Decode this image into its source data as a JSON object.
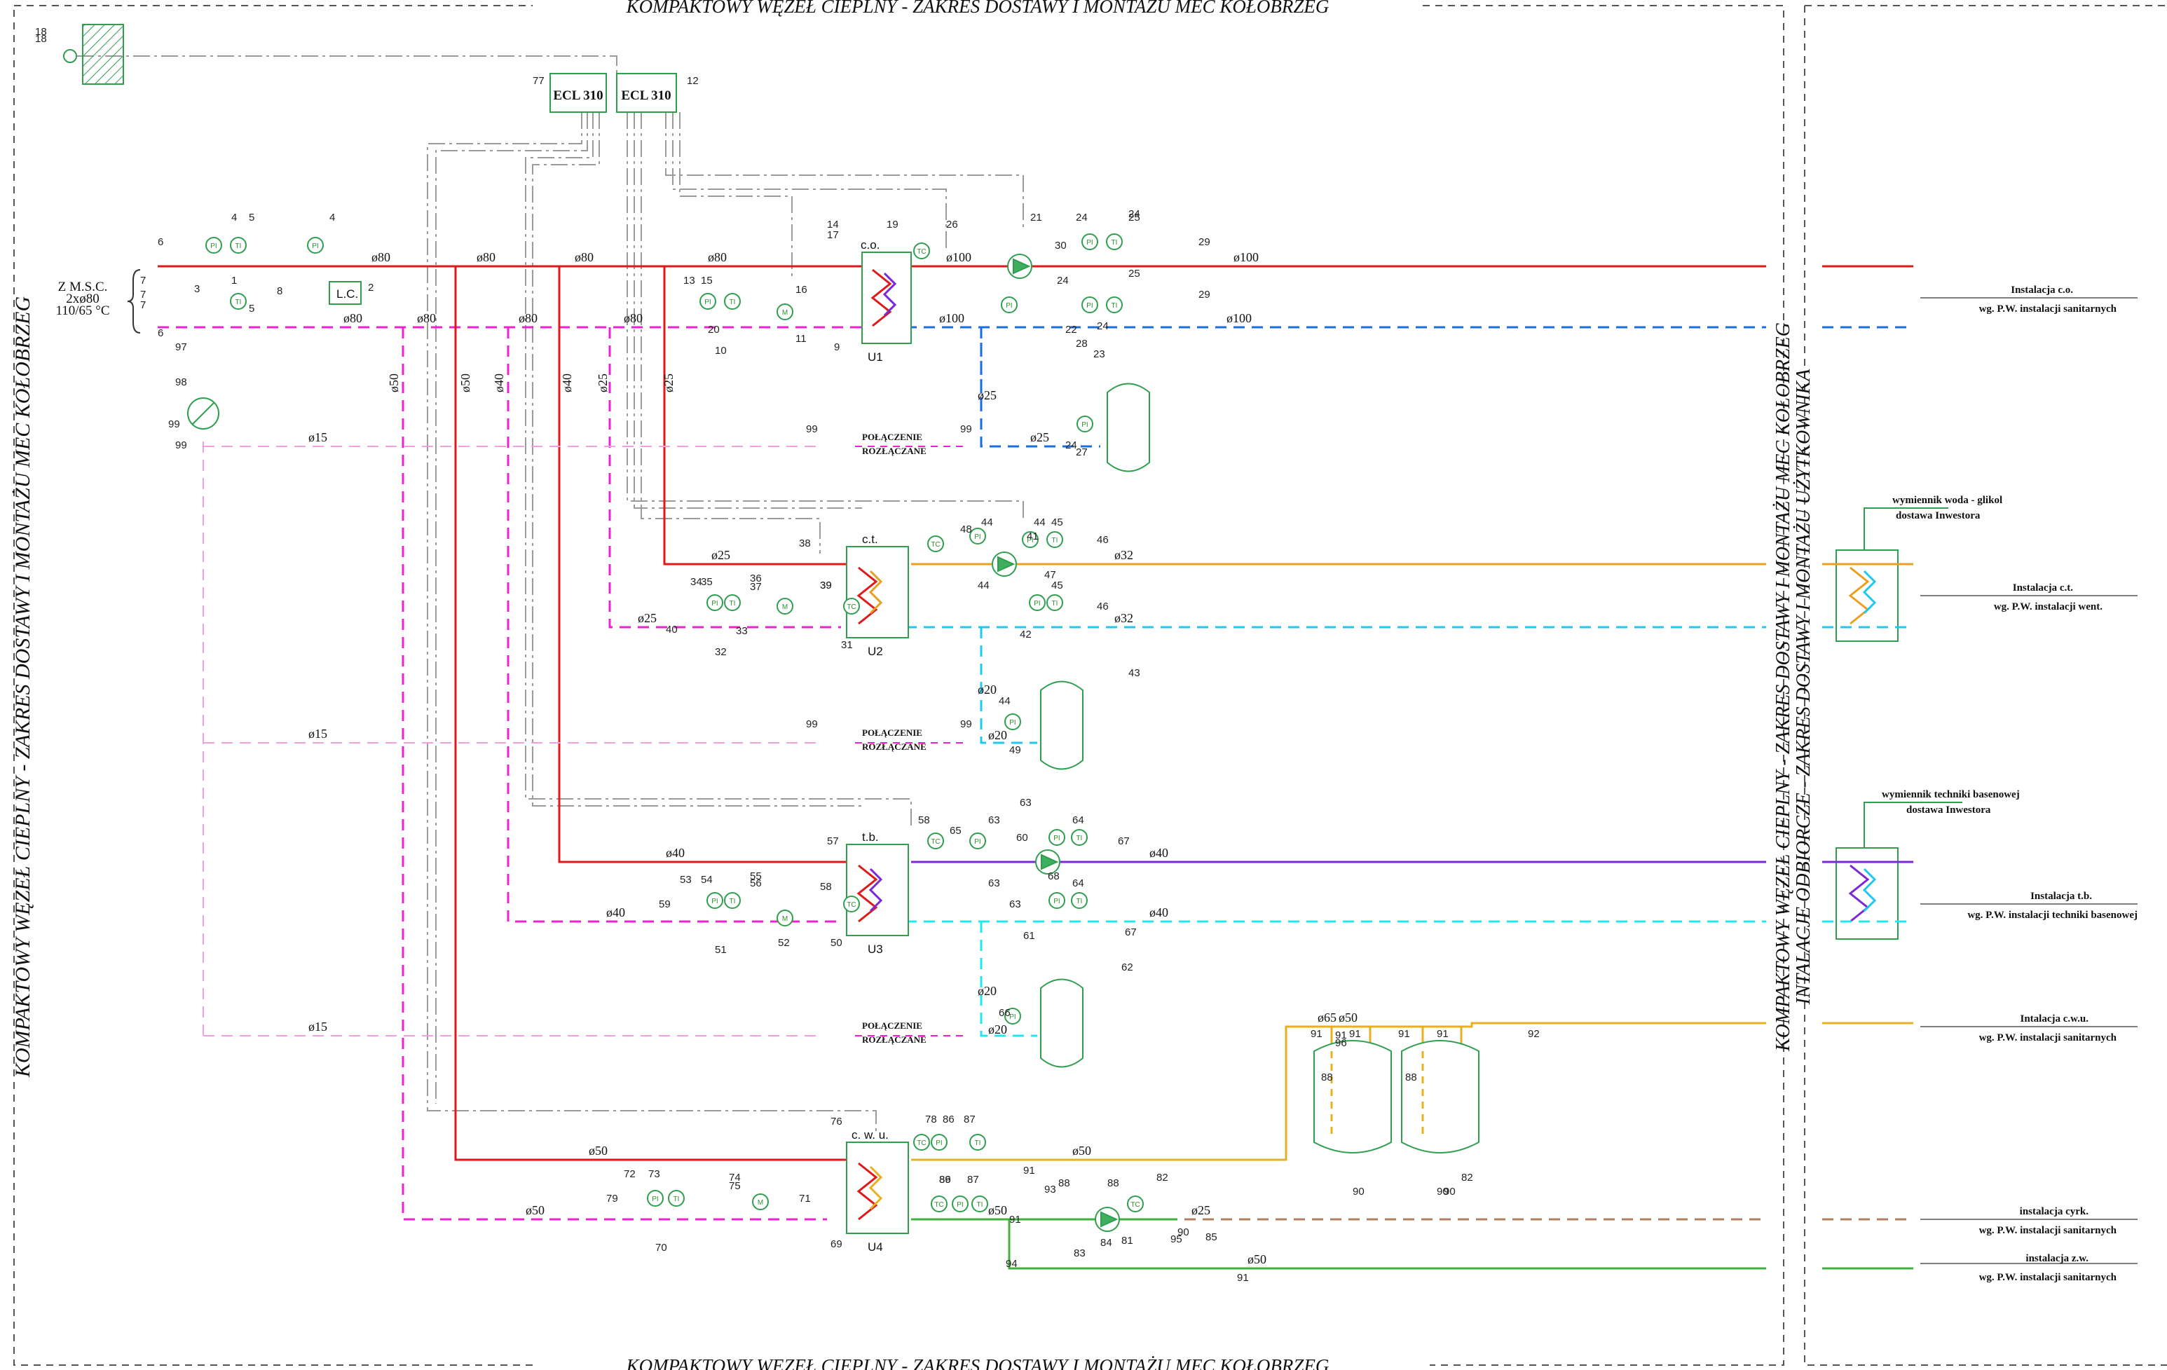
{
  "frame": {
    "title_top": "KOMPAKTOWY WĘZEŁ CIEPLNY - ZAKRES DOSTAWY I MONTAŻU MEC KOŁOBRZEG",
    "title_bottom": "KOMPAKTOWY WĘZEŁ CIEPLNY - ZAKRES DOSTAWY I MONTAŻU MEC KOŁOBRZEG",
    "title_left": "KOMPAKTOWY WĘZEŁ CIEPLNY - ZAKRES DOSTAWY I MONTAŻU MEC KOŁOBRZEG",
    "title_right_1": "KOMPAKTOWY WĘZEŁ CIEPLNY - ZAKRES DOSTAWY I MONTAŻU MEC KOŁOBRZEG",
    "title_right_2": "INTALACJE ODBIORCZE - ZAKRES DOSTAWY I MONTAŻU UŻYTKOWNIKA"
  },
  "source": {
    "line1": "Z  M.S.C.",
    "line2": "2xø80",
    "line3": "110/65 °C"
  },
  "controllers": [
    {
      "label": "ECL 310",
      "tag": "77"
    },
    {
      "label": "ECL 310",
      "tag": "12"
    }
  ],
  "lc_label": "L.C.",
  "circuits": [
    {
      "name": "c.o.",
      "exchanger": "U1"
    },
    {
      "name": "c.t.",
      "exchanger": "U2"
    },
    {
      "name": "t.b.",
      "exchanger": "U3"
    },
    {
      "name": "c. w. u.",
      "exchanger": "U4"
    }
  ],
  "connection_label_1": "POŁĄCZENIE",
  "connection_label_2": "ROZŁĄCZANE",
  "instrument_labels": {
    "pi": "PI",
    "ti": "TI",
    "m": "M",
    "tc": "TC"
  },
  "pipe_labels": {
    "supply_main": [
      "ø80",
      "ø80",
      "ø80",
      "ø80"
    ],
    "return_main": [
      "ø80",
      "ø80",
      "ø80",
      "ø80"
    ],
    "risers": [
      "ø50",
      "ø50",
      "ø40",
      "ø40",
      "ø25",
      "ø25"
    ],
    "co": [
      "ø100",
      "ø100",
      "ø100",
      "ø100",
      "ø25",
      "ø25"
    ],
    "ct": [
      "ø25",
      "ø25",
      "ø32",
      "ø32",
      "ø20",
      "ø20"
    ],
    "tb": [
      "ø40",
      "ø40",
      "ø40",
      "ø40",
      "ø20",
      "ø20"
    ],
    "cwu": [
      "ø50",
      "ø50",
      "ø50",
      "ø50",
      "ø65",
      "ø50",
      "ø25",
      "ø50"
    ],
    "drain": [
      "ø15",
      "ø15",
      "ø15"
    ]
  },
  "exchangers_investor": [
    {
      "line1": "wymiennik woda - glikol",
      "line2": "dostawa Inwestora"
    },
    {
      "line1": "wymiennik techniki basenowej",
      "line2": "dostawa Inwestora"
    }
  ],
  "installations": [
    {
      "title": "Instalacja c.o.",
      "ref": "wg. P.W. instalacji sanitarnych",
      "color": "#e02020"
    },
    {
      "title": "Instalacja c.t.",
      "ref": "wg. P.W. instalacji went.",
      "color": "#e8a020"
    },
    {
      "title": "Instalacja t.b.",
      "ref": "wg. P.W. instalacji techniki basenowej",
      "color": "#7a28d8"
    },
    {
      "title": "Intalacja c.w.u.",
      "ref": "wg. P.W. instalacji sanitarnych",
      "color": "#e8b020"
    },
    {
      "title": "instalacja cyrk.",
      "ref": "wg. P.W. instalacji sanitarnych",
      "color": "#b08060"
    },
    {
      "title": "instalacja z.w.",
      "ref": "wg. P.W. instalacji sanitarnych",
      "color": "#40b040"
    }
  ],
  "colors": {
    "supply": "#e01818",
    "return": "#f020d0",
    "drain": "#f0a0e0",
    "co_return": "#1a6ee0",
    "ct_supply": "#e8a020",
    "ct_return": "#20c8f0",
    "tb_supply": "#7a28d8",
    "cwu": "#e8b020",
    "cold": "#40b040",
    "circ": "#b08060",
    "control": "#999999",
    "green": "#2f9f4f"
  },
  "tags": [
    "1",
    "2",
    "3",
    "4",
    "4",
    "5",
    "5",
    "6",
    "6",
    "7",
    "7",
    "7",
    "8",
    "9",
    "10",
    "11",
    "13",
    "14",
    "15",
    "16",
    "17",
    "18",
    "19",
    "20",
    "21",
    "22",
    "23",
    "24",
    "24",
    "24",
    "24",
    "24",
    "25",
    "25",
    "26",
    "27",
    "28",
    "29",
    "29",
    "30",
    "31",
    "32",
    "33",
    "34",
    "35",
    "36",
    "37",
    "38",
    "39",
    "39",
    "40",
    "41",
    "42",
    "43",
    "44",
    "44",
    "44",
    "44",
    "45",
    "45",
    "46",
    "46",
    "47",
    "48",
    "49",
    "50",
    "51",
    "52",
    "53",
    "54",
    "55",
    "56",
    "57",
    "58",
    "58",
    "59",
    "60",
    "61",
    "62",
    "63",
    "63",
    "63",
    "63",
    "64",
    "64",
    "65",
    "66",
    "67",
    "67",
    "68",
    "69",
    "70",
    "71",
    "72",
    "73",
    "74",
    "75",
    "76",
    "78",
    "79",
    "81",
    "82",
    "82",
    "83",
    "84",
    "85",
    "86",
    "86",
    "87",
    "87",
    "88",
    "88",
    "88",
    "88",
    "89",
    "90",
    "90",
    "90",
    "90",
    "91",
    "91",
    "91",
    "91",
    "91",
    "91",
    "91",
    "91",
    "92",
    "93",
    "94",
    "95",
    "96",
    "97",
    "98",
    "99",
    "99",
    "99",
    "99",
    "99",
    "99"
  ]
}
